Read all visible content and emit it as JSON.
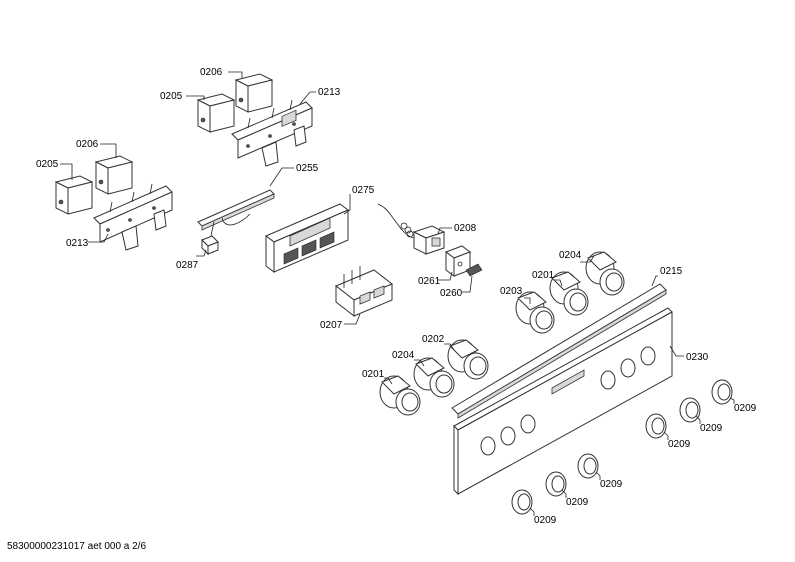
{
  "labels": {
    "p0206_a": "0206",
    "p0205_a": "0205",
    "p0213_a": "0213",
    "p0206_b": "0206",
    "p0205_b": "0205",
    "p0213_b": "0213",
    "p0255": "0255",
    "p0275": "0275",
    "p0287": "0287",
    "p0208": "0208",
    "p0261": "0261",
    "p0260": "0260",
    "p0207": "0207",
    "p0204_a": "0204",
    "p0201_a": "0201",
    "p0203": "0203",
    "p0215": "0215",
    "p0230": "0230",
    "p0202": "0202",
    "p0204_b": "0204",
    "p0201_b": "0201",
    "p0209_1": "0209",
    "p0209_2": "0209",
    "p0209_3": "0209",
    "p0209_4": "0209",
    "p0209_5": "0209",
    "p0209_6": "0209"
  },
  "footer": "58300000231017 aet 000 a 2/6"
}
